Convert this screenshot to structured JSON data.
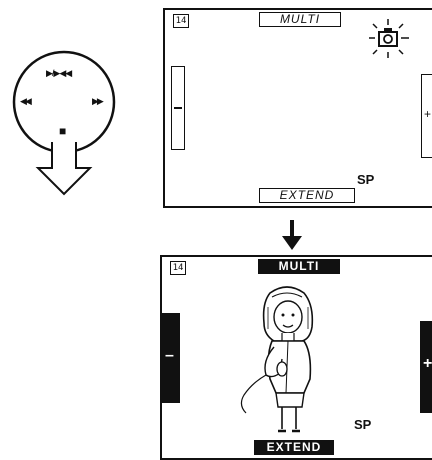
{
  "dial": {
    "top_symbol": "▶/▶◀◀",
    "left_symbol": "◀◀",
    "right_symbol": "▶▶",
    "center_symbol": "■"
  },
  "top_screen": {
    "counter_icon": "14",
    "top_label": "MULTI",
    "bottom_label": "EXTEND",
    "speed": "SP",
    "right_bar_symbol": "+",
    "icon": "camera-icon"
  },
  "bottom_screen": {
    "counter_icon": "14",
    "top_label": "MULTI",
    "bottom_label": "EXTEND",
    "speed": "SP",
    "left_bar_symbol": "–",
    "right_bar_symbol": "+"
  }
}
